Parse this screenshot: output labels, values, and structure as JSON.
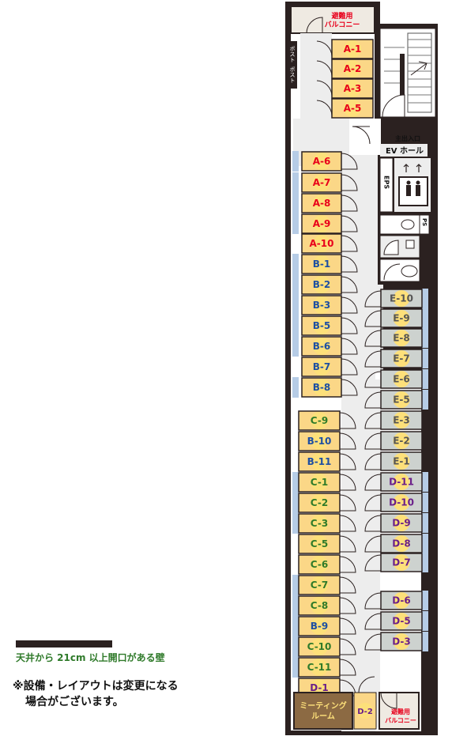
{
  "colors": {
    "wall": "#2b2120",
    "corridor": "#ededed",
    "booth_yellow": "#fbd787",
    "booth_gray": "#cdd2cf",
    "blue_panel": "#b6cce6",
    "badge_fill": "#fde07a",
    "label_red": "#e8001c",
    "label_blue": "#1e4fa3",
    "label_green": "#2f7a2a",
    "label_purple": "#6a1f8a",
    "meeting_fill": "#8c6a43"
  },
  "left_booths": [
    {
      "label": "A-6",
      "color": "red",
      "panel": true
    },
    {
      "label": "A-7",
      "color": "red",
      "panel": true
    },
    {
      "label": "A-8",
      "color": "red",
      "panel": true
    },
    {
      "label": "A-9",
      "color": "red",
      "panel": true
    },
    {
      "label": "A-10",
      "color": "red",
      "panel": false
    },
    {
      "label": "B-1",
      "color": "blue",
      "panel": true
    },
    {
      "label": "B-2",
      "color": "blue",
      "panel": true
    },
    {
      "label": "B-3",
      "color": "blue",
      "panel": true
    },
    {
      "label": "B-5",
      "color": "blue",
      "panel": true
    },
    {
      "label": "B-6",
      "color": "blue",
      "panel": true
    },
    {
      "label": "B-7",
      "color": "blue",
      "panel": false
    },
    {
      "label": "B-8",
      "color": "blue",
      "panel": true
    },
    {
      "label": "C-9",
      "color": "green",
      "panel": false
    },
    {
      "label": "B-10",
      "color": "blue",
      "panel": false
    },
    {
      "label": "B-11",
      "color": "blue",
      "panel": false
    },
    {
      "label": "C-1",
      "color": "green",
      "panel": true
    },
    {
      "label": "C-2",
      "color": "green",
      "panel": true
    },
    {
      "label": "C-3",
      "color": "green",
      "panel": true
    },
    {
      "label": "C-5",
      "color": "green",
      "panel": false
    },
    {
      "label": "C-6",
      "color": "green",
      "panel": false
    },
    {
      "label": "C-7",
      "color": "green",
      "panel": true
    },
    {
      "label": "C-8",
      "color": "green",
      "panel": true
    },
    {
      "label": "B-9",
      "color": "blue",
      "panel": true
    },
    {
      "label": "C-10",
      "color": "green",
      "panel": true
    },
    {
      "label": "C-11",
      "color": "green",
      "panel": true
    },
    {
      "label": "D-1",
      "color": "purple",
      "panel": false
    }
  ],
  "top_booths": [
    {
      "label": "A-1",
      "color": "red"
    },
    {
      "label": "A-2",
      "color": "red"
    },
    {
      "label": "A-3",
      "color": "red"
    },
    {
      "label": "A-5",
      "color": "red"
    }
  ],
  "right_booths": [
    {
      "label": "E-10",
      "color": "gray",
      "text": "gray"
    },
    {
      "label": "E-9",
      "color": "gray",
      "text": "gray"
    },
    {
      "label": "E-8",
      "color": "gray",
      "text": "gray"
    },
    {
      "label": "E-7",
      "color": "gray",
      "text": "gray"
    },
    {
      "label": "E-6",
      "color": "gray",
      "text": "gray"
    },
    {
      "label": "E-5",
      "color": "gray",
      "text": "gray"
    },
    {
      "label": "E-3",
      "color": "gray",
      "text": "gray"
    },
    {
      "label": "E-2",
      "color": "gray",
      "text": "gray"
    },
    {
      "label": "E-1",
      "color": "gray",
      "text": "gray"
    },
    {
      "label": "D-11",
      "color": "gray",
      "text": "purple"
    },
    {
      "label": "D-10",
      "color": "gray",
      "text": "purple"
    },
    {
      "label": "D-9",
      "color": "gray",
      "text": "purple"
    },
    {
      "label": "D-8",
      "color": "gray",
      "text": "purple"
    },
    {
      "label": "D-7",
      "color": "gray",
      "text": "purple"
    },
    {
      "label": "D-6",
      "color": "gray",
      "text": "purple"
    },
    {
      "label": "D-5",
      "color": "gray",
      "text": "purple"
    },
    {
      "label": "D-3",
      "color": "gray",
      "text": "purple"
    }
  ],
  "rooms": {
    "balcony_top_line1": "避難用",
    "balcony_top_line2": "バルコニー",
    "balcony_bottom_line1": "避難用",
    "balcony_bottom_line2": "バルコニー",
    "post1": "ポスト",
    "post2": "ポスト",
    "main_entrance": "主出入口",
    "ev_hall": "EV ホール",
    "eps": "EPS",
    "ps": "PS",
    "meeting_line1": "ミーティング",
    "meeting_line2": "ルーム",
    "d2": "D-2"
  },
  "legend": {
    "text": "天井から 21cm 以上開口がある壁"
  },
  "note": {
    "line1": "※設備・レイアウトは変更になる",
    "line2": "場合がございます。"
  }
}
